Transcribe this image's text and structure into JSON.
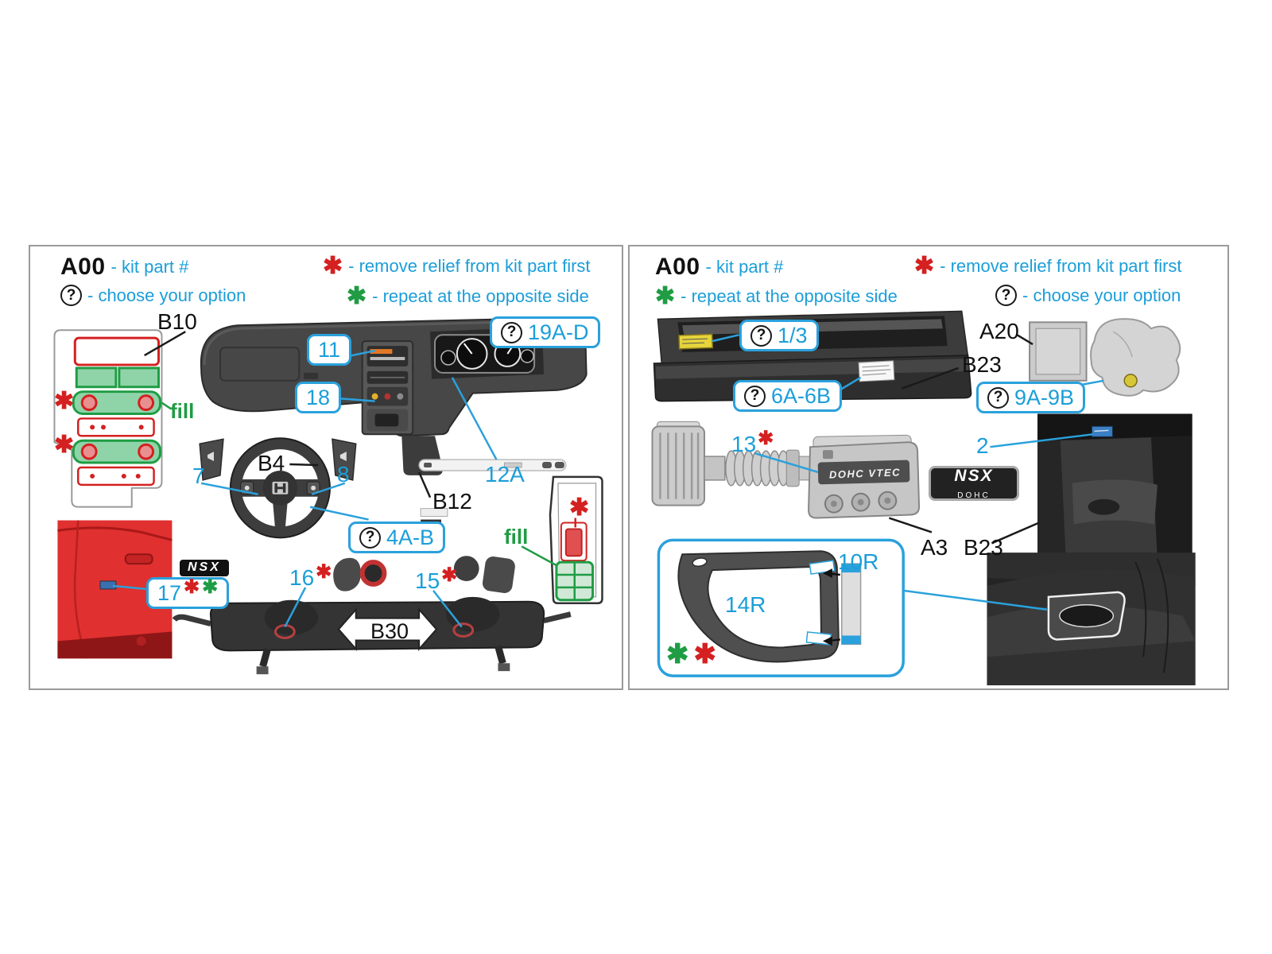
{
  "colors": {
    "cyan": "#1b9ed9",
    "red": "#d42020",
    "green": "#1f9c44"
  },
  "symbols": {
    "question": "?",
    "asterisk": "✱"
  },
  "legend": {
    "code": "A00",
    "kit_part": "- kit part #",
    "choose": "- choose your option",
    "remove": "- remove relief from kit part first",
    "repeat": "- repeat at the opposite side"
  },
  "left": {
    "callouts": {
      "b10": "B10",
      "n11": "11",
      "n18": "18",
      "n19ad": "19A-D",
      "b4": "B4",
      "n7": "7",
      "n8": "8",
      "n4ab": "4A-B",
      "n12a": "12A",
      "b12": "B12",
      "fill_left": "fill",
      "fill_right": "fill",
      "n17": "17",
      "n16": "16",
      "n15": "15",
      "b30": "B30",
      "nsx_badge": "NSX"
    }
  },
  "right": {
    "callouts": {
      "n13frac": "1/3",
      "b23_top": "B23",
      "n6ab": "6A-6B",
      "a20": "A20",
      "n9ab": "9A-9B",
      "n13": "13",
      "n2": "2",
      "a3": "A3",
      "b23_mid": "B23",
      "n10r": "10R",
      "n14r": "14R",
      "badge_nsx": "NSX",
      "badge_dohc": "DOHC",
      "engine_text": "DOHC VTEC"
    }
  }
}
